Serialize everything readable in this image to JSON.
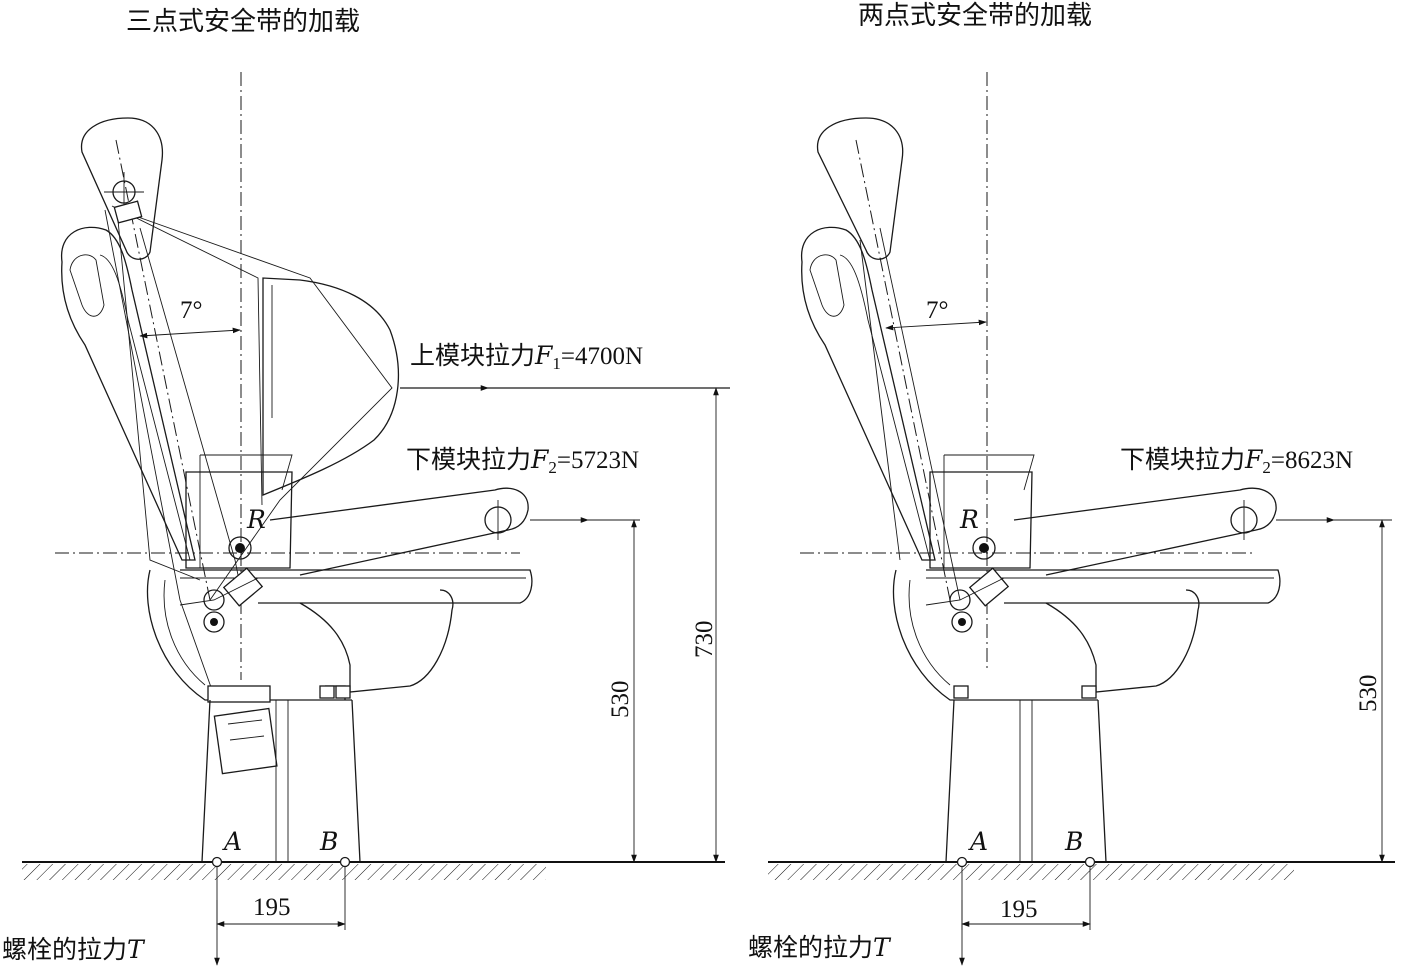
{
  "left": {
    "title": "三点式安全带的加载",
    "angle": "7°",
    "upper_force": {
      "prefix": "上模块拉力",
      "symbol": "F",
      "sub": "1",
      "value": "=4700N"
    },
    "lower_force": {
      "prefix": "下模块拉力",
      "symbol": "F",
      "sub": "2",
      "value": "=5723N"
    },
    "point_r": "R",
    "point_a": "A",
    "point_b": "B",
    "dim_height_upper": "730",
    "dim_height_lower": "530",
    "dim_width": "195",
    "bolt_force": {
      "prefix": "螺栓的拉力",
      "symbol": "T"
    }
  },
  "right": {
    "title": "两点式安全带的加载",
    "angle": "7°",
    "lower_force": {
      "prefix": "下模块拉力",
      "symbol": "F",
      "sub": "2",
      "value": "=8623N"
    },
    "point_r": "R",
    "point_a": "A",
    "point_b": "B",
    "dim_height_lower": "530",
    "dim_width": "195",
    "bolt_force": {
      "prefix": "螺栓的拉力",
      "symbol": "T"
    }
  }
}
